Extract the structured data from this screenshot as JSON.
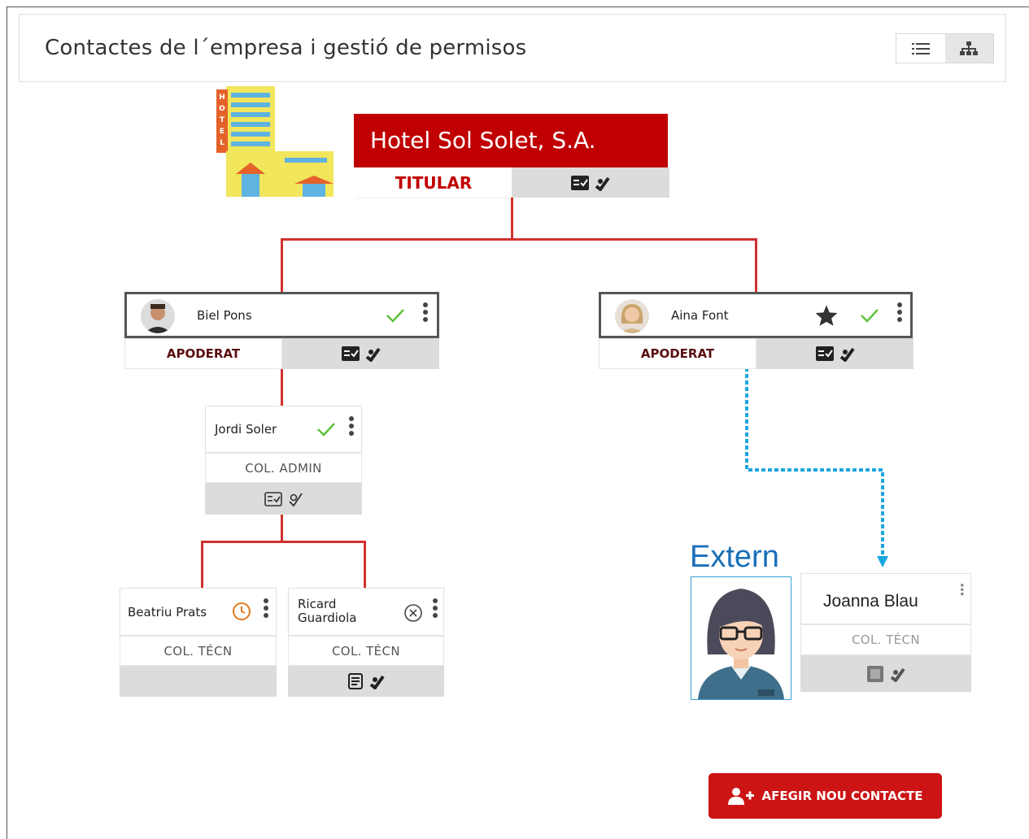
{
  "header": {
    "title": "Contactes de l´empresa i gestió de permisos",
    "view_list_icon": "list-icon",
    "view_tree_icon": "org-tree-icon"
  },
  "company": {
    "name": "Hotel Sol Solet, S.A.",
    "role": "TITULAR",
    "icon": "hotel-building-icon",
    "hotel_sign": "HOTEL"
  },
  "contacts": {
    "biel": {
      "name": "Biel Pons",
      "role": "APODERAT",
      "status_icon": "check-icon"
    },
    "aina": {
      "name": "Aina Font",
      "role": "APODERAT",
      "status_icon": "check-icon",
      "favorite_icon": "star-icon"
    },
    "jordi": {
      "name": "Jordi Soler",
      "role": "COL. ADMIN",
      "status_icon": "check-icon"
    },
    "beatriu": {
      "name": "Beatriu Prats",
      "role": "COL. TÉCN",
      "status_icon": "clock-icon"
    },
    "ricard": {
      "name_line1": "Ricard",
      "name_line2": "Guardiola",
      "role": "COL. TÉCN",
      "status_icon": "cancel-circle-icon"
    },
    "joanna": {
      "name": "Joanna Blau",
      "role": "COL. TÉCN",
      "external_label": "Extern"
    }
  },
  "actions": {
    "add_contact": "AFEGIR NOU CONTACTE",
    "add_contact_icon": "add-user-icon"
  },
  "colors": {
    "brand_red": "#c00000",
    "line_red": "#d0312d",
    "extern_blue": "#1a6fb8",
    "dotted_link": "#1ba6e0",
    "check_green": "#5cc23a",
    "clock_orange": "#e07b1e"
  }
}
